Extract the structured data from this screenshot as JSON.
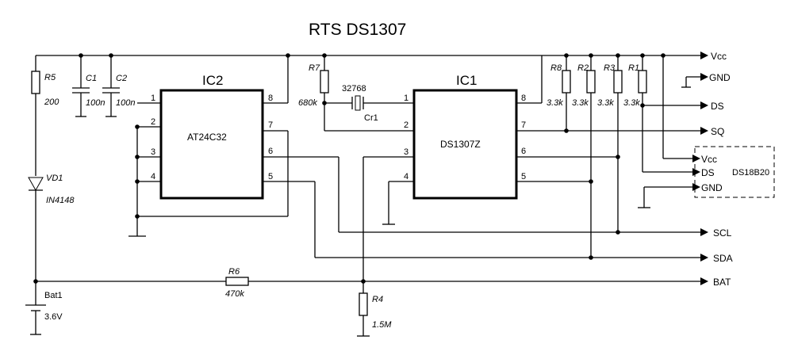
{
  "title": "RTS DS1307",
  "ic2": {
    "ref": "IC2",
    "part": "AT24C32",
    "pins": [
      "1",
      "2",
      "3",
      "4",
      "5",
      "6",
      "7",
      "8"
    ]
  },
  "ic1": {
    "ref": "IC1",
    "part": "DS1307Z",
    "pins": [
      "1",
      "2",
      "3",
      "4",
      "5",
      "6",
      "7",
      "8"
    ]
  },
  "crystal": {
    "freq": "32768",
    "ref": "Cr1"
  },
  "resistors": {
    "r5": {
      "ref": "R5",
      "value": "200"
    },
    "r7": {
      "ref": "R7",
      "value": "680k"
    },
    "r8": {
      "ref": "R8",
      "value": "3.3k"
    },
    "r2": {
      "ref": "R2",
      "value": "3.3k"
    },
    "r3": {
      "ref": "R3",
      "value": "3.3k"
    },
    "r1": {
      "ref": "R1",
      "value": "3.3k"
    },
    "r6": {
      "ref": "R6",
      "value": "470k"
    },
    "r4": {
      "ref": "R4",
      "value": "1.5M"
    }
  },
  "capacitors": {
    "c1": {
      "ref": "C1",
      "value": "100n"
    },
    "c2": {
      "ref": "C2",
      "value": "100n"
    }
  },
  "diode": {
    "ref": "VD1",
    "part": "IN4148"
  },
  "battery": {
    "ref": "Bat1",
    "voltage": "3.6V"
  },
  "nets": {
    "vcc": "Vcc",
    "gnd": "GND",
    "ds": "DS",
    "sq": "SQ",
    "scl": "SCL",
    "sda": "SDA",
    "bat": "BAT"
  },
  "sensor": {
    "name": "DS18B20",
    "pins": [
      "Vcc",
      "DS",
      "GND"
    ]
  }
}
